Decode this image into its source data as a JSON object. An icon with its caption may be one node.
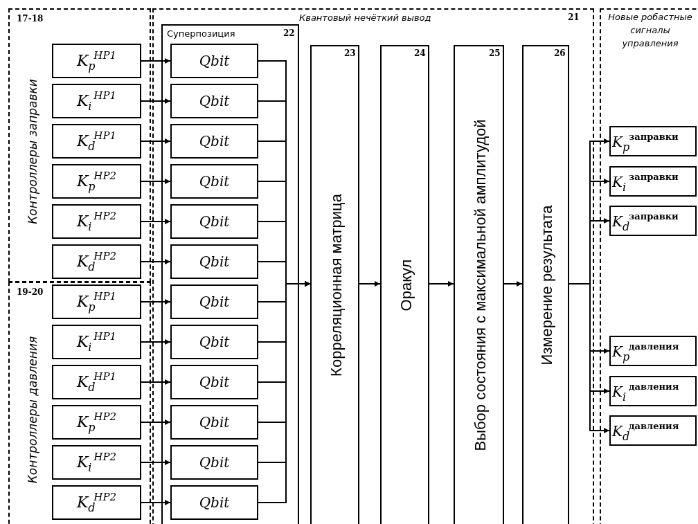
{
  "diagram": {
    "nodes": [
      {
        "text": [
          "17-18",
          "Контроллеры заправки"
        ]
      },
      {
        "text": [
          "K$_{p}$$^{HP1}$"
        ],
        "in": 0
      },
      {
        "text": [
          "K$_{i}$$^{HP1}$"
        ],
        "in": 0
      },
      {
        "text": [
          "K$_{d}$$^{HP1}$"
        ],
        "in": 0
      },
      {
        "text": [
          "K$_{p}$$^{HP2}$"
        ],
        "in": 0
      },
      {
        "text": [
          "K$_{i}$$^{HP2}$"
        ],
        "in": 0
      },
      {
        "text": [
          "K$_{d}$$^{HP2}$"
        ],
        "in": 0
      },
      {
        "text": [
          "19-20",
          "Контроллеры давления"
        ]
      },
      {
        "text": [
          "K$_{p}$$^{HP1}$"
        ],
        "in": 7
      },
      {
        "text": [
          "K$_{i}$$^{HP1}$"
        ],
        "in": 7
      },
      {
        "text": [
          "K$_{d}$$^{HP1}$"
        ],
        "in": 7
      },
      {
        "text": [
          "K$_{p}$$^{HP2}$"
        ],
        "in": 7
      },
      {
        "text": [
          "K$_{i}$$^{HP2}$"
        ],
        "in": 7
      },
      {
        "text": [
          "K$_{d}$$^{HP2}$"
        ],
        "in": 7
      },
      {
        "text": [
          "Квантовый нечёткий вывод",
          "21"
        ]
      },
      {
        "text": [
          "Суперпозиция",
          "22"
        ],
        "in": 14
      },
      {
        "text": [
          "Qbit"
        ],
        "in": 15
      },
      {
        "text": [
          "Qbit"
        ],
        "in": 15
      },
      {
        "text": [
          "Qbit"
        ],
        "in": 15
      },
      {
        "text": [
          "Qbit"
        ],
        "in": 15
      },
      {
        "text": [
          "Qbit"
        ],
        "in": 15
      },
      {
        "text": [
          "Qbit"
        ],
        "in": 15
      },
      {
        "text": [
          "Qbit"
        ],
        "in": 15
      },
      {
        "text": [
          "Qbit"
        ],
        "in": 15
      },
      {
        "text": [
          "Qbit"
        ],
        "in": 15
      },
      {
        "text": [
          "Qbit"
        ],
        "in": 15
      },
      {
        "text": [
          "Qbit"
        ],
        "in": 15
      },
      {
        "text": [
          "Qbit"
        ],
        "in": 15
      },
      {
        "text": [
          "23",
          "Корреляционная матрица"
        ],
        "in": 14
      },
      {
        "text": [
          "24",
          "Оракул"
        ],
        "in": 14
      },
      {
        "text": [
          "25",
          "Выбор состояния с максимальной амплитудой"
        ],
        "in": 14
      },
      {
        "text": [
          "26",
          "Измерение результата"
        ],
        "in": 14
      },
      {
        "text": [
          "Новые робастные сигналы управления"
        ]
      },
      {
        "text": [
          "K$_{p}$$^{заправки}$"
        ],
        "in": 32
      },
      {
        "text": [
          "K$_{i}$$^{заправки}$"
        ],
        "in": 32
      },
      {
        "text": [
          "K$_{d}$$^{заправки}$"
        ],
        "in": 32
      },
      {
        "text": [
          "K$_{p}$$^{давления}$"
        ],
        "in": 32
      },
      {
        "text": [
          "K$_{i}$$^{давления}$"
        ],
        "in": 32
      },
      {
        "text": [
          "K$_{d}$$^{давления}$"
        ],
        "in": 32
      }
    ],
    "edges": [
      {
        "from": 1,
        "to": 16,
        "arrow": "to"
      },
      {
        "from": 2,
        "to": 17,
        "arrow": "to"
      },
      {
        "from": 3,
        "to": 18,
        "arrow": "to"
      },
      {
        "from": 4,
        "to": 19,
        "arrow": "to"
      },
      {
        "from": 5,
        "to": 20,
        "arrow": "to"
      },
      {
        "from": 6,
        "to": 21,
        "arrow": "to"
      },
      {
        "from": 8,
        "to": 22,
        "arrow": "to"
      },
      {
        "from": 9,
        "to": 23,
        "arrow": "to"
      },
      {
        "from": 10,
        "to": 24,
        "arrow": "to"
      },
      {
        "from": 11,
        "to": 25,
        "arrow": "to"
      },
      {
        "from": 12,
        "to": 26,
        "arrow": "to"
      },
      {
        "from": 13,
        "to": 27,
        "arrow": "to"
      },
      {
        "from": 16,
        "to": 28,
        "arrow": "to"
      },
      {
        "from": 17,
        "to": 28,
        "arrow": "to"
      },
      {
        "from": 18,
        "to": 28,
        "arrow": "to"
      },
      {
        "from": 19,
        "to": 28,
        "arrow": "to"
      },
      {
        "from": 20,
        "to": 28,
        "arrow": "to"
      },
      {
        "from": 21,
        "to": 28,
        "arrow": "to"
      },
      {
        "from": 22,
        "to": 28,
        "arrow": "to"
      },
      {
        "from": 23,
        "to": 28,
        "arrow": "to"
      },
      {
        "from": 24,
        "to": 28,
        "arrow": "to"
      },
      {
        "from": 25,
        "to": 28,
        "arrow": "to"
      },
      {
        "from": 26,
        "to": 28,
        "arrow": "to"
      },
      {
        "from": 27,
        "to": 28,
        "arrow": "to"
      },
      {
        "from": 28,
        "to": 29,
        "arrow": "to"
      },
      {
        "from": 29,
        "to": 30,
        "arrow": "to"
      },
      {
        "from": 30,
        "to": 31,
        "arrow": "to"
      },
      {
        "from": 31,
        "to": 33,
        "arrow": "to"
      },
      {
        "from": 31,
        "to": 34,
        "arrow": "to"
      },
      {
        "from": 31,
        "to": 35,
        "arrow": "to"
      },
      {
        "from": 31,
        "to": 36,
        "arrow": "to"
      },
      {
        "from": 31,
        "to": 37,
        "arrow": "to"
      },
      {
        "from": 31,
        "to": 38,
        "arrow": "to"
      }
    ]
  }
}
